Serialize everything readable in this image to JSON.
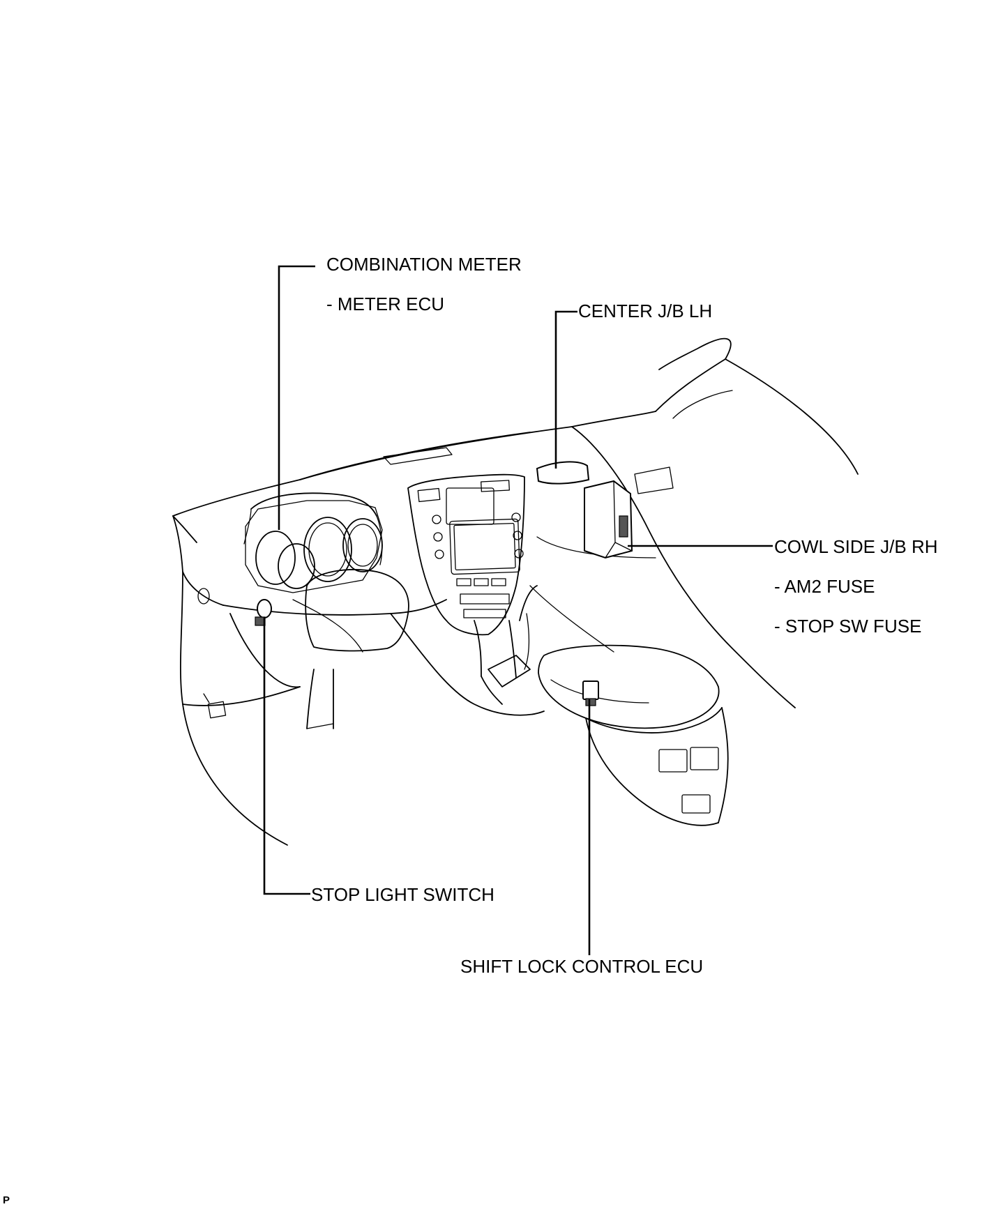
{
  "labels": {
    "combination_meter": "COMBINATION METER",
    "meter_ecu": "- METER ECU",
    "center_jb_lh": "CENTER J/B LH",
    "cowl_side_jb_rh": "COWL SIDE J/B RH",
    "am2_fuse": "- AM2 FUSE",
    "stop_sw_fuse": "- STOP SW FUSE",
    "stop_light_switch": "STOP LIGHT SWITCH",
    "shift_lock_control_ecu": "SHIFT LOCK CONTROL ECU"
  },
  "corner_mark": "P"
}
